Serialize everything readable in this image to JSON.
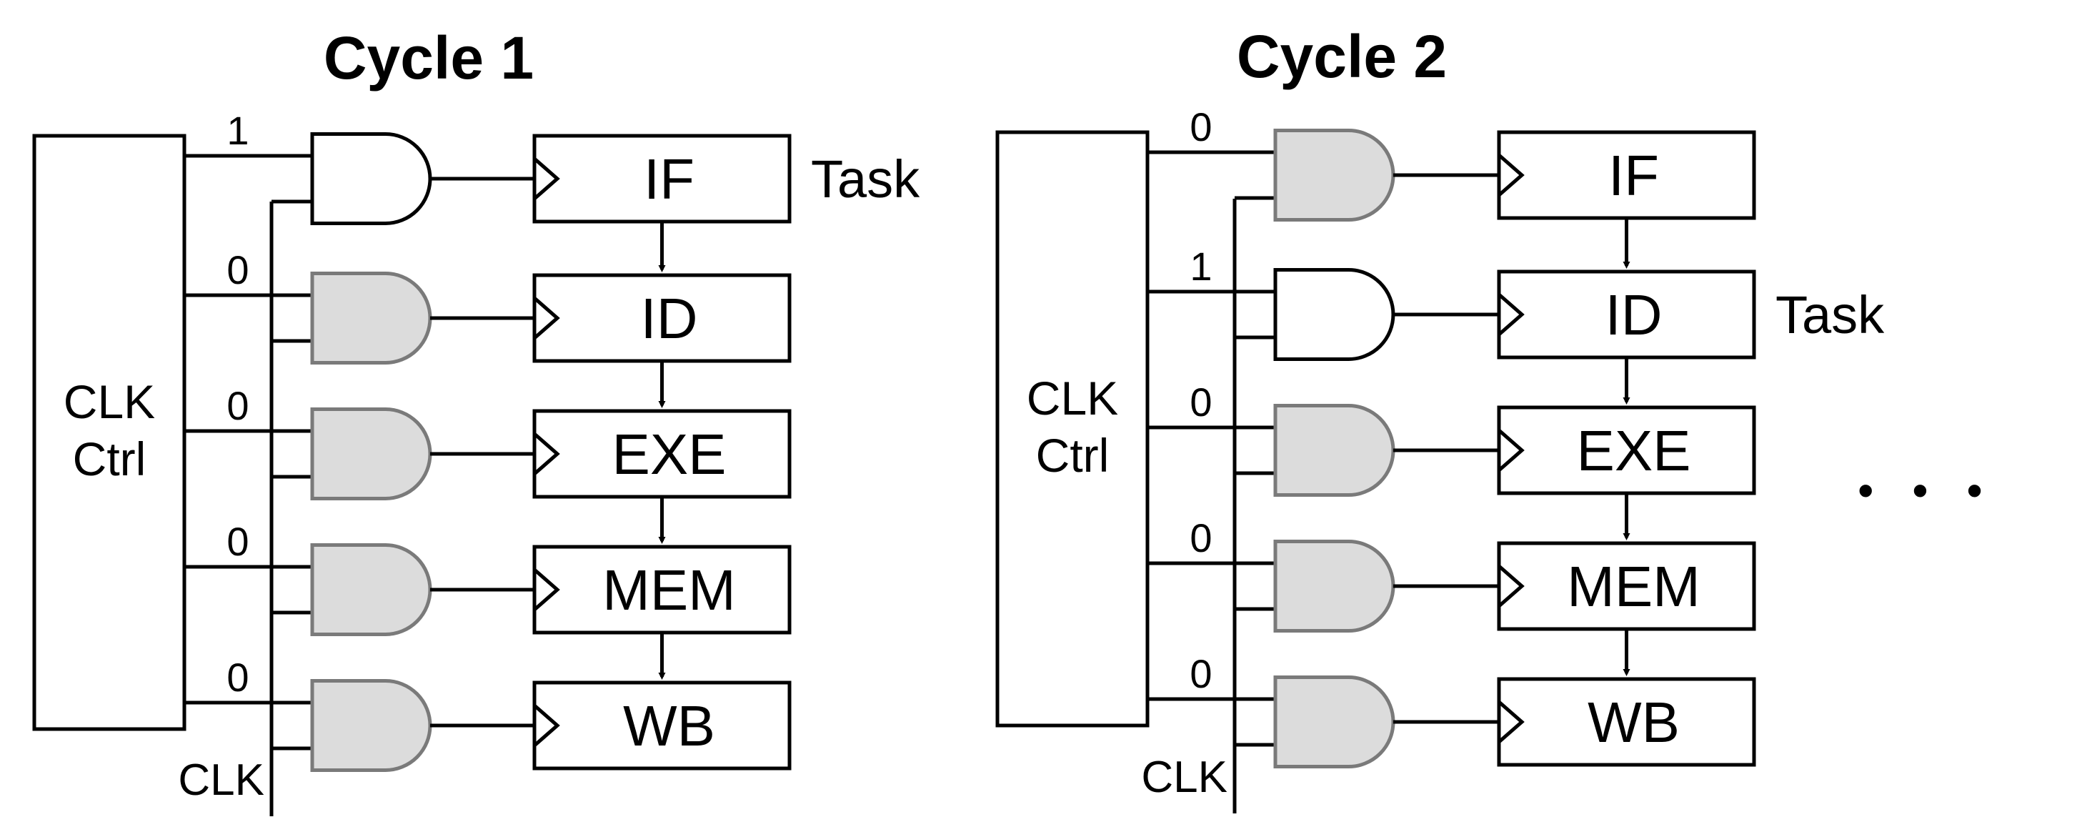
{
  "colors": {
    "gate_active": "#ffffff",
    "gate_idle": "#dcdcdc",
    "gate_idle_stroke": "#7a7a7a",
    "line": "#000000"
  },
  "panels": [
    {
      "title": "Cycle 1",
      "ctrl_line1": "CLK",
      "ctrl_line2": "Ctrl",
      "clk_label": "CLK",
      "task_label": "Task",
      "task_stage_index": 0,
      "stages": [
        {
          "name": "IF",
          "enable": "1",
          "active": true
        },
        {
          "name": "ID",
          "enable": "0",
          "active": false
        },
        {
          "name": "EXE",
          "enable": "0",
          "active": false
        },
        {
          "name": "MEM",
          "enable": "0",
          "active": false
        },
        {
          "name": "WB",
          "enable": "0",
          "active": false
        }
      ]
    },
    {
      "title": "Cycle 2",
      "ctrl_line1": "CLK",
      "ctrl_line2": "Ctrl",
      "clk_label": "CLK",
      "task_label": "Task",
      "task_stage_index": 1,
      "stages": [
        {
          "name": "IF",
          "enable": "0",
          "active": false
        },
        {
          "name": "ID",
          "enable": "1",
          "active": true
        },
        {
          "name": "EXE",
          "enable": "0",
          "active": false
        },
        {
          "name": "MEM",
          "enable": "0",
          "active": false
        },
        {
          "name": "WB",
          "enable": "0",
          "active": false
        }
      ]
    }
  ],
  "ellipsis": "• • •"
}
